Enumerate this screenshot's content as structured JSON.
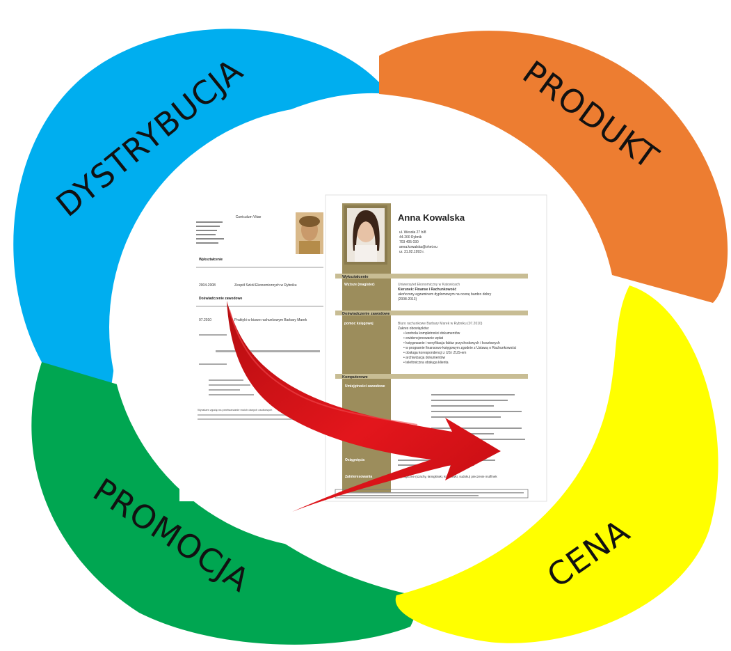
{
  "quadrants": {
    "distribution": {
      "label": "DYSTRYBUCJA",
      "color": "#00AEEF"
    },
    "product": {
      "label": "PRODUKT",
      "color": "#ED7D31"
    },
    "promotion": {
      "label": "PROMOCJA",
      "color": "#00A651"
    },
    "price": {
      "label": "CENA",
      "color": "#FFFF00"
    }
  },
  "cv_old": {
    "title": "Curriculum Vitae",
    "section_education": "Wykształcenie",
    "row1_years": "2004-2008",
    "row1_text": "Zespół Szkół Ekonomicznych w Rybniku",
    "section_experience": "Doświadczenie zawodowe",
    "row2_years": "07.2010",
    "row2_text": "Praktyki w biurze rachunkowym Barbary Marek",
    "bottom_line": "Wyrażam zgodę na przetwarzanie moich danych osobowych"
  },
  "cv_new": {
    "name": "Anna Kowalska",
    "address_lines": [
      "ul. Wesoła 27 b/8",
      "44-200 Rybnik",
      "703 405 030",
      "anna.kowalska@ohet.eu",
      "ur. 31.02.1993 r."
    ],
    "section_education": "Wykształcenie",
    "edu_label": "Wyższe (magister)",
    "edu_lines": [
      "Uniwersytet Ekonomiczny w Katowicach",
      "Kierunek: Finanse i Rachunkowość",
      "ukończony egzaminem dyplomowym na ocenę bardzo dobry",
      "(2008-2013)"
    ],
    "section_experience": "Doświadczenie zawodowe",
    "exp_label": "pomoc księgowej",
    "exp_lines": [
      "Biuro rachunkowe Barbary Marek w Rybniku (07.2010)",
      "Zakres obowiązków:",
      "kontrola kompletności dokumentów",
      "ewidencjonowanie wpłat",
      "księgowanie i weryfikacja faktur przychodowych i kosztowych",
      "w programie finansowo-księgowym zgodnie z Ustawą o Rachunkowości",
      "obsługa korespondencji z US i ZUS-em",
      "archiwizacja dokumentów",
      "telefoniczna obsługa klienta"
    ],
    "section_computer": "Komputerowe",
    "skills_label": "Umiejętności zawodowe",
    "achievements_label": "Osiągnięcia",
    "interests_label": "Zainteresowania",
    "interests_text": "gry logiczne (szachy, łamigłówki, krzyżówki, sudoku) pieczenie muffinek"
  }
}
